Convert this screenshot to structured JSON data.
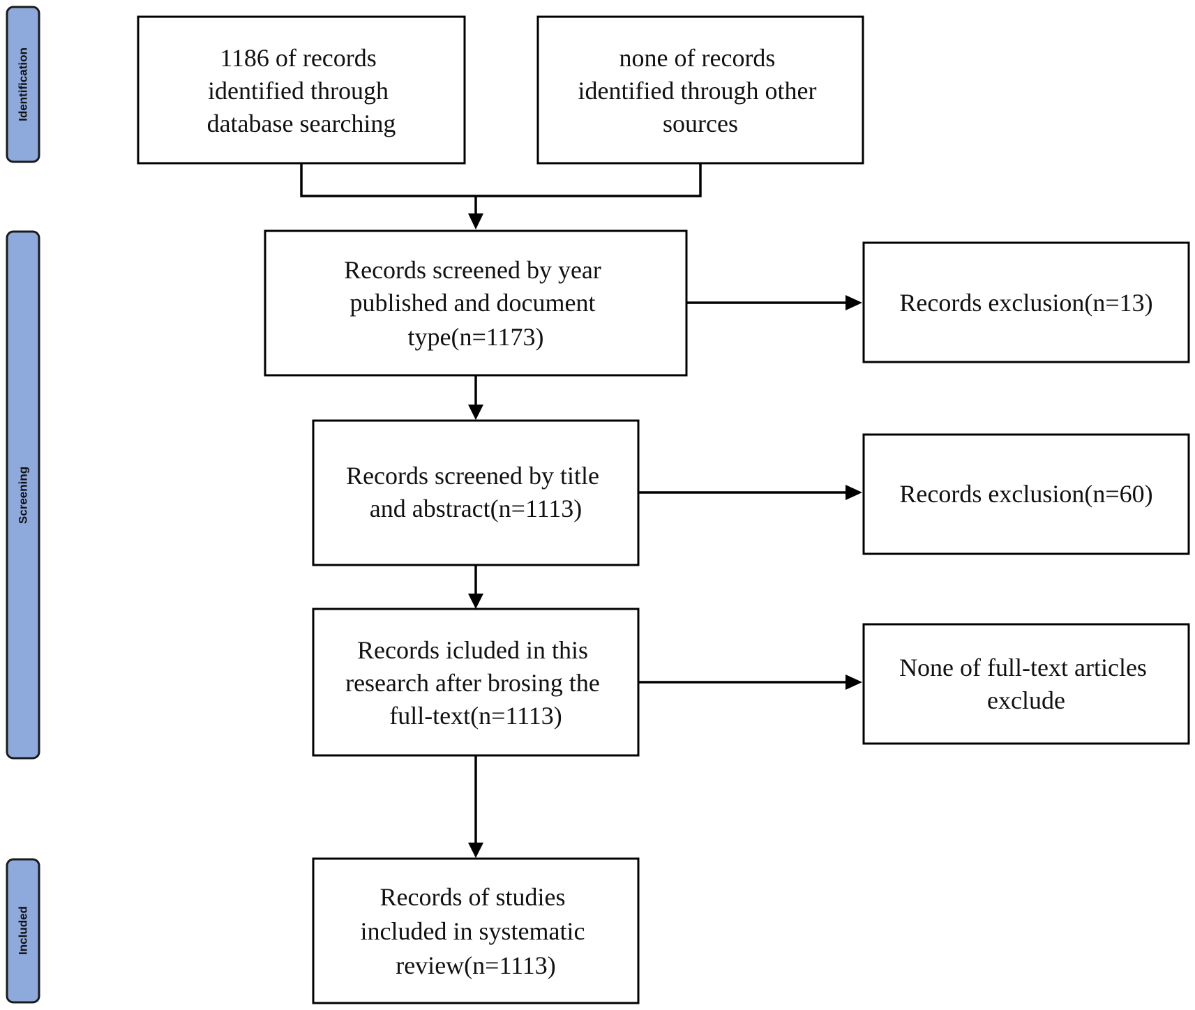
{
  "stages": [
    {
      "id": "identification",
      "label": "Identification"
    },
    {
      "id": "screening",
      "label": "Screening"
    },
    {
      "id": "included",
      "label": "Included"
    }
  ],
  "boxes": {
    "database_records": {
      "lines": [
        "1186 of records",
        "identified through",
        "database searching"
      ]
    },
    "other_sources": {
      "lines": [
        "none of records",
        "identified through other",
        "sources"
      ]
    },
    "screen_year_type": {
      "lines": [
        "Records screened by year",
        "published and document",
        "type(n=1173)"
      ]
    },
    "exclusion_year_type": {
      "lines": [
        "Records exclusion(n=13)"
      ]
    },
    "screen_title_abstract": {
      "lines": [
        "Records screened by title",
        "and abstract(n=1113)"
      ]
    },
    "exclusion_title_abstract": {
      "lines": [
        "Records exclusion(n=60)"
      ]
    },
    "fulltext_included": {
      "lines": [
        "Records icluded in this",
        "research after brosing the",
        "full-text(n=1113)"
      ]
    },
    "fulltext_excluded": {
      "lines": [
        "None of full-text articles",
        "exclude"
      ]
    },
    "studies_included": {
      "lines": [
        "Records of studies",
        "included in systematic",
        "review(n=1113)"
      ]
    }
  }
}
